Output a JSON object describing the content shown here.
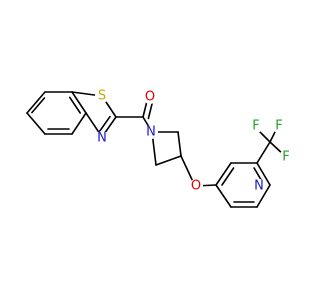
{
  "molecule": {
    "atoms": {
      "sulfur": "S",
      "oxygen_carbonyl": "O",
      "nitrogen_thiazole": "N",
      "nitrogen_azetidine": "N",
      "oxygen_ether": "O",
      "nitrogen_pyridine": "N",
      "fluorine_1": "F",
      "fluorine_2": "F",
      "fluorine_3": "F"
    },
    "colors": {
      "bond": "#000000",
      "sulfur": "#c8a800",
      "oxygen": "#e00000",
      "nitrogen": "#1a1acc",
      "fluorine": "#2aa02a"
    }
  }
}
